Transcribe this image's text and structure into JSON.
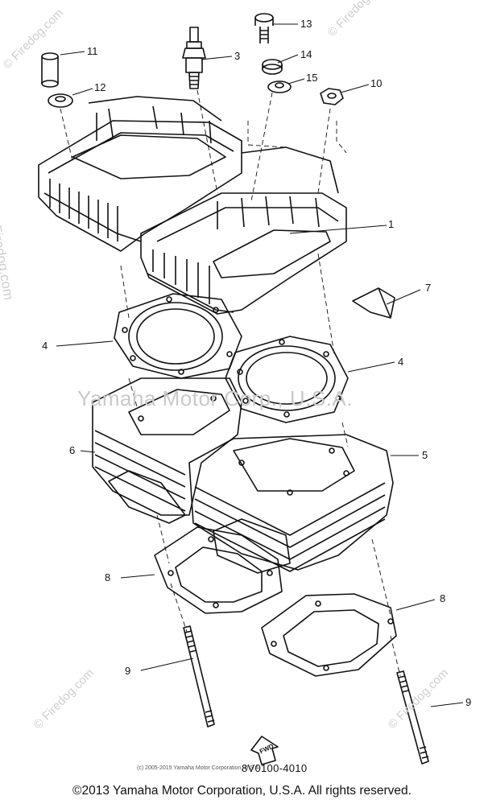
{
  "callouts": [
    "1",
    "3",
    "4",
    "4",
    "5",
    "6",
    "7",
    "8",
    "8",
    "9",
    "9",
    "10",
    "11",
    "12",
    "13",
    "14",
    "15"
  ],
  "watermarks": {
    "diagram": "Yamaha Motor Corp., U.S.A.",
    "side": "©Firedog.com",
    "corner_1": "© Firedog.com",
    "corner_2": "© Firedog.com",
    "corner_3": "© Firedog.com",
    "corner_4": "© Firedog.com"
  },
  "fwd_label": "FWD",
  "diagram_code": "8V0100-4010",
  "small_copyright": "(c) 2005-2015 Yamaha Motor Corporation, U.S.A.",
  "footer_copyright": "©2013 Yamaha Motor Corporation, U.S.A. All rights reserved.",
  "colors": {
    "line": "#111111",
    "watermark": "#c9c9c9",
    "background": "#ffffff"
  }
}
